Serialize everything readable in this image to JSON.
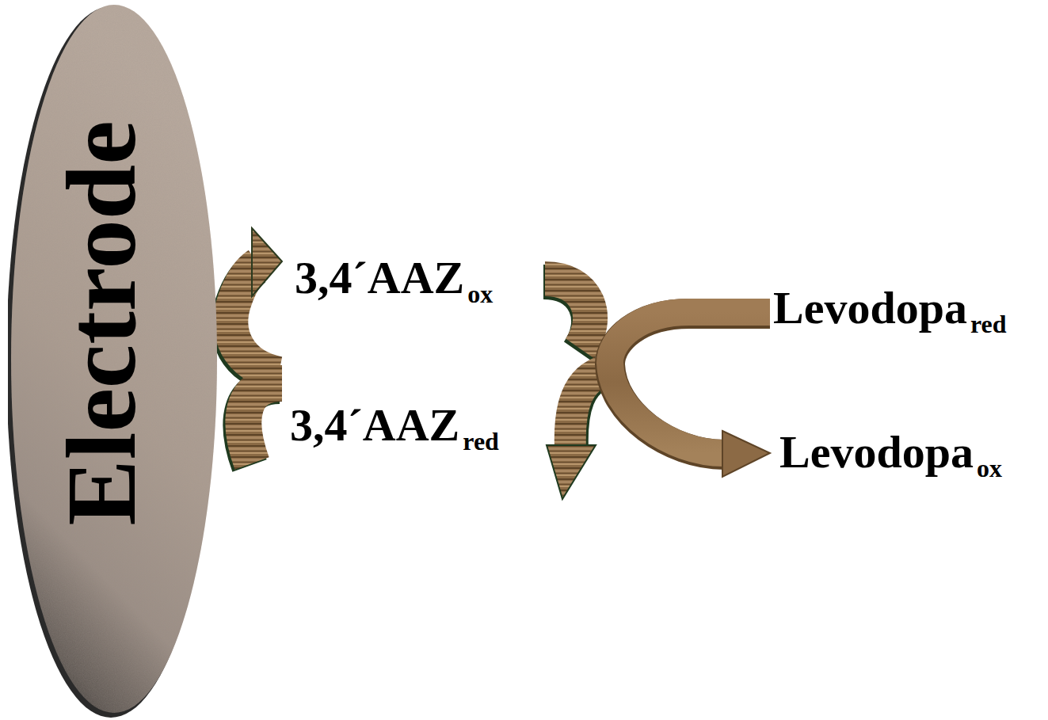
{
  "diagram": {
    "nodes": [
      {
        "text": [
          "Electrode"
        ]
      }
    ],
    "labels": [
      "3,4´AAZ",
      "ox",
      "3,4´AAZ",
      "red",
      "Levodopa",
      "red",
      "Levodopa",
      "ox"
    ]
  }
}
